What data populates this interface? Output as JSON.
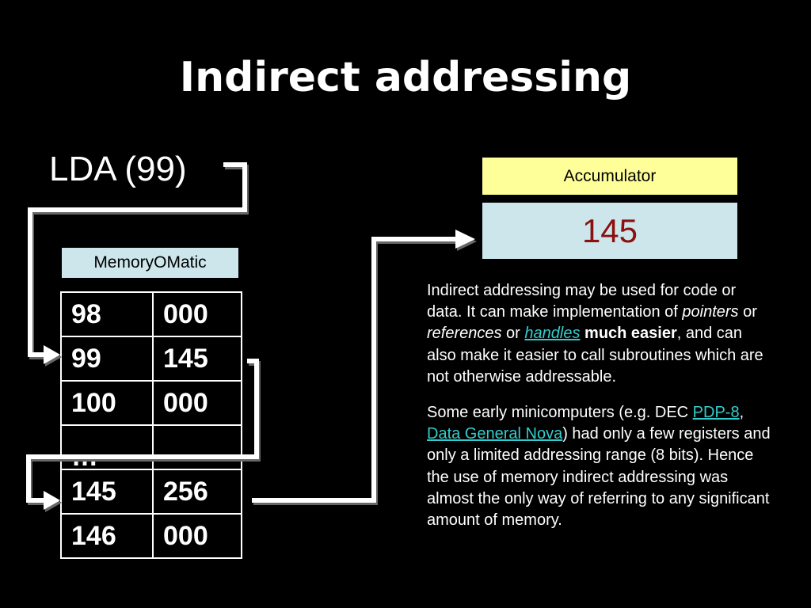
{
  "slide": {
    "title": "Indirect addressing",
    "instruction": "LDA (99)"
  },
  "accumulator": {
    "label": "Accumulator",
    "value": "145"
  },
  "memory": {
    "label": "MemoryOMatic",
    "rows": [
      {
        "address": "98",
        "value": "000"
      },
      {
        "address": "99",
        "value": "145"
      },
      {
        "address": "100",
        "value": "000"
      },
      {
        "address": "…",
        "value": ""
      },
      {
        "address": "145",
        "value": "256"
      },
      {
        "address": "146",
        "value": "000"
      }
    ]
  },
  "description": {
    "p1_a": "Indirect addressing may be used for code or data. It can make implementation of ",
    "p1_pointers": "pointers",
    "p1_or1": " or ",
    "p1_references": "references",
    "p1_or2": " or ",
    "p1_handles": "handles",
    "p1_space": " ",
    "p1_much_easier": "much easier",
    "p1_b": ", and can also make it easier to call subroutines which are not otherwise addressable.",
    "p2_a": "Some early minicomputers (e.g. DEC ",
    "p2_pdp8": "PDP-8",
    "p2_comma": ", ",
    "p2_nova": "Data General Nova",
    "p2_b": ") had only a few registers and only a limited addressing range (8 bits). Hence the use of memory indirect addressing was almost the only way of referring to any significant amount of memory."
  },
  "colors": {
    "background": "#000000",
    "accumulator_label_bg": "#ffff99",
    "accumulator_value_bg": "#cce6eb",
    "accumulator_value_text": "#8b1010",
    "memory_label_bg": "#cce6eb",
    "link": "#33cccc"
  }
}
